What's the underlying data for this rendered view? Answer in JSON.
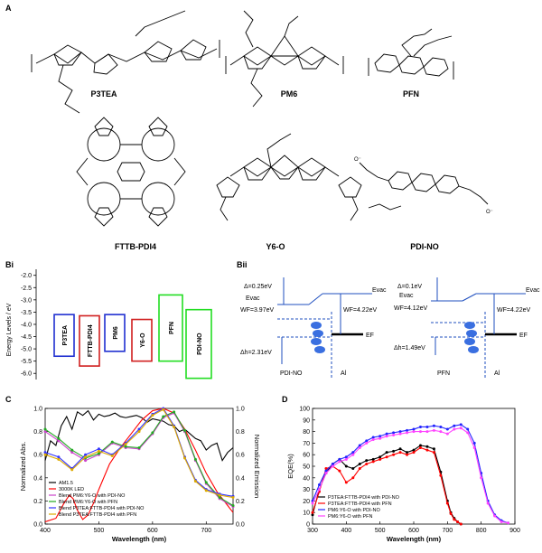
{
  "panels": {
    "a": {
      "label": "A"
    },
    "bi": {
      "label": "Bi"
    },
    "bii": {
      "label": "Bii"
    },
    "c": {
      "label": "C"
    },
    "d": {
      "label": "D"
    }
  },
  "molecules": [
    {
      "name": "P3TEA"
    },
    {
      "name": "PM6"
    },
    {
      "name": "PFN"
    },
    {
      "name": "FTTB-PDI4"
    },
    {
      "name": "Y6-O"
    },
    {
      "name": "PDI-NO"
    }
  ],
  "energy_levels": {
    "ylabel": "Energy Levels / eV",
    "ticks": [
      "-2.0",
      "-2.5",
      "-3.0",
      "-3.5",
      "-4.0",
      "-4.5",
      "-5.0",
      "-5.5",
      "-6.0"
    ],
    "bars": [
      {
        "name": "P3TEA",
        "top": -3.6,
        "bottom": -5.3,
        "color": "#1f2fd0"
      },
      {
        "name": "FTTB-PDI4",
        "top": -3.65,
        "bottom": -5.7,
        "color": "#d01f1f"
      },
      {
        "name": "PM6",
        "top": -3.6,
        "bottom": -5.1,
        "color": "#1f2fd0"
      },
      {
        "name": "Y6-O",
        "top": -3.8,
        "bottom": -5.5,
        "color": "#d01f1f"
      },
      {
        "name": "PFN",
        "top": -2.8,
        "bottom": -5.5,
        "color": "#22dd22"
      },
      {
        "name": "PDI-NO",
        "top": -3.4,
        "bottom": -6.2,
        "color": "#22dd22"
      }
    ]
  },
  "band_diagrams": [
    {
      "delta": "Δ=0.25eV",
      "evac1": "Evac",
      "evac2": "Evac",
      "wf_left": "WF=3.97eV",
      "wf_right": "WF=4.22eV",
      "dh": "Δh=2.31eV",
      "ef": "EF",
      "left": "PDI-NO",
      "right": "Al"
    },
    {
      "delta": "Δ=0.1eV",
      "evac1": "Evac",
      "evac2": "Evac",
      "wf_left": "WF=4.12eV",
      "wf_right": "WF=4.22eV",
      "dh": "Δh=1.49eV",
      "ef": "EF",
      "left": "PFN",
      "right": "Al"
    }
  ],
  "chart_data": [
    {
      "type": "line",
      "xlabel": "Wavelength (nm)",
      "ylabel": "Normalized Abs.",
      "y2label": "Normalized Emission",
      "xlim": [
        400,
        750
      ],
      "ylim": [
        0.0,
        1.0
      ],
      "xticks": [
        "400",
        "500",
        "600",
        "700"
      ],
      "yticks": [
        "0.0",
        "0.2",
        "0.4",
        "0.6",
        "0.8",
        "1.0"
      ],
      "legend": [
        "AM1.5",
        "3000K LED",
        "Blend PM6:Y6-O with PDI-NO",
        "Blend PM6:Y6-O with PFN",
        "Blend P3TEA:FTTB-PDI4 with PDI-NO",
        "Blend P3TEA:FTTB-PDI4 with PFN"
      ],
      "series": [
        {
          "name": "AM1.5",
          "color": "#000000",
          "x": [
            400,
            410,
            420,
            430,
            440,
            450,
            460,
            470,
            480,
            490,
            500,
            510,
            520,
            530,
            540,
            550,
            560,
            570,
            580,
            590,
            600,
            610,
            620,
            630,
            640,
            650,
            660,
            670,
            680,
            690,
            700,
            710,
            720,
            730,
            740,
            750
          ],
          "y": [
            0.55,
            0.72,
            0.68,
            0.85,
            0.93,
            0.82,
            0.97,
            0.94,
            0.98,
            0.9,
            0.95,
            0.93,
            0.94,
            0.96,
            0.93,
            0.92,
            0.93,
            0.94,
            0.92,
            0.88,
            0.91,
            0.9,
            0.89,
            0.86,
            0.85,
            0.8,
            0.82,
            0.78,
            0.74,
            0.72,
            0.64,
            0.68,
            0.7,
            0.55,
            0.62,
            0.66
          ]
        },
        {
          "name": "3000K LED",
          "color": "#ff0000",
          "x": [
            400,
            420,
            435,
            445,
            452,
            460,
            470,
            480,
            490,
            500,
            520,
            540,
            560,
            580,
            600,
            620,
            640,
            660,
            680,
            700,
            720,
            740,
            750
          ],
          "y": [
            0.02,
            0.05,
            0.18,
            0.25,
            0.22,
            0.12,
            0.04,
            0.08,
            0.18,
            0.3,
            0.52,
            0.66,
            0.78,
            0.9,
            0.98,
            1.0,
            0.96,
            0.82,
            0.64,
            0.44,
            0.28,
            0.16,
            0.1
          ]
        },
        {
          "name": "Blend PM6:Y6-O with PDI-NO",
          "color": "#cc44cc",
          "x": [
            400,
            425,
            450,
            475,
            500,
            525,
            550,
            575,
            600,
            620,
            640,
            660,
            680,
            700,
            725,
            750
          ],
          "y": [
            0.8,
            0.72,
            0.62,
            0.55,
            0.6,
            0.7,
            0.66,
            0.65,
            0.78,
            0.92,
            0.96,
            0.8,
            0.55,
            0.35,
            0.22,
            0.15
          ]
        },
        {
          "name": "Blend PM6:Y6-O with PFN",
          "color": "#22aa22",
          "x": [
            400,
            425,
            450,
            475,
            500,
            525,
            550,
            575,
            600,
            620,
            640,
            660,
            680,
            700,
            725,
            750
          ],
          "y": [
            0.82,
            0.74,
            0.64,
            0.57,
            0.61,
            0.71,
            0.67,
            0.66,
            0.79,
            0.93,
            0.97,
            0.81,
            0.56,
            0.36,
            0.23,
            0.16
          ]
        },
        {
          "name": "Blend P3TEA:FTTB-PDI4 with PDI-NO",
          "color": "#3333ff",
          "x": [
            400,
            425,
            450,
            475,
            500,
            525,
            550,
            575,
            600,
            620,
            640,
            660,
            680,
            700,
            725,
            750
          ],
          "y": [
            0.62,
            0.58,
            0.48,
            0.6,
            0.65,
            0.6,
            0.7,
            0.82,
            0.95,
            1.0,
            0.85,
            0.58,
            0.38,
            0.3,
            0.26,
            0.24
          ]
        },
        {
          "name": "Blend P3TEA:FTTB-PDI4 with PFN",
          "color": "#ddaa00",
          "x": [
            400,
            425,
            450,
            475,
            500,
            525,
            550,
            575,
            600,
            620,
            640,
            660,
            680,
            700,
            725,
            750
          ],
          "y": [
            0.6,
            0.56,
            0.47,
            0.58,
            0.63,
            0.59,
            0.69,
            0.8,
            0.94,
            0.99,
            0.84,
            0.57,
            0.37,
            0.29,
            0.25,
            0.23
          ]
        }
      ]
    },
    {
      "type": "line",
      "xlabel": "Wavelength (nm)",
      "ylabel": "EQE(%)",
      "xlim": [
        300,
        900
      ],
      "ylim": [
        0,
        100
      ],
      "xticks": [
        "300",
        "400",
        "500",
        "600",
        "700",
        "800",
        "900"
      ],
      "yticks": [
        "0",
        "10",
        "20",
        "30",
        "40",
        "50",
        "60",
        "70",
        "80",
        "90",
        "100"
      ],
      "legend": [
        "P3TEA:FTTB-PDI4 with PDI-NO",
        "P3TEA:FTTB-PDI4 with PFN",
        "PM6:Y6-O with PDI-NO",
        "PM6:Y6-O with PFN"
      ],
      "series": [
        {
          "name": "P3TEA:FTTB-PDI4 with PDI-NO",
          "color": "#000000",
          "x": [
            300,
            320,
            340,
            360,
            380,
            400,
            420,
            440,
            460,
            480,
            500,
            520,
            540,
            560,
            580,
            600,
            620,
            640,
            660,
            680,
            700,
            710,
            720,
            730,
            740
          ],
          "y": [
            8,
            30,
            44,
            52,
            56,
            50,
            48,
            52,
            55,
            56,
            58,
            62,
            63,
            65,
            62,
            64,
            68,
            67,
            65,
            45,
            20,
            10,
            5,
            2,
            0
          ]
        },
        {
          "name": "P3TEA:FTTB-PDI4 with PFN",
          "color": "#ff0000",
          "x": [
            300,
            320,
            340,
            360,
            380,
            400,
            420,
            440,
            460,
            480,
            500,
            520,
            540,
            560,
            580,
            600,
            620,
            640,
            660,
            680,
            700,
            710,
            720,
            730,
            740
          ],
          "y": [
            10,
            28,
            48,
            50,
            46,
            36,
            40,
            48,
            52,
            54,
            56,
            58,
            60,
            62,
            60,
            62,
            66,
            64,
            62,
            42,
            18,
            9,
            4,
            2,
            0
          ]
        },
        {
          "name": "PM6:Y6-O with PDI-NO",
          "color": "#2222ff",
          "x": [
            300,
            320,
            340,
            360,
            380,
            400,
            420,
            440,
            460,
            480,
            500,
            520,
            540,
            560,
            580,
            600,
            620,
            640,
            660,
            680,
            700,
            720,
            740,
            760,
            780,
            800,
            820,
            840,
            860,
            880
          ],
          "y": [
            20,
            34,
            46,
            52,
            56,
            58,
            62,
            68,
            72,
            75,
            76,
            78,
            79,
            80,
            81,
            82,
            84,
            84,
            85,
            84,
            82,
            85,
            86,
            82,
            70,
            44,
            20,
            8,
            3,
            1
          ]
        },
        {
          "name": "PM6:Y6-O with PFN",
          "color": "#ff44ff",
          "x": [
            300,
            320,
            340,
            360,
            380,
            400,
            420,
            440,
            460,
            480,
            500,
            520,
            540,
            560,
            580,
            600,
            620,
            640,
            660,
            680,
            700,
            720,
            740,
            760,
            780,
            800,
            820,
            840,
            860,
            880
          ],
          "y": [
            18,
            30,
            44,
            50,
            54,
            56,
            60,
            66,
            70,
            73,
            74,
            76,
            77,
            78,
            79,
            80,
            80,
            80,
            81,
            80,
            78,
            82,
            83,
            79,
            66,
            40,
            18,
            7,
            2,
            1
          ]
        }
      ]
    }
  ]
}
